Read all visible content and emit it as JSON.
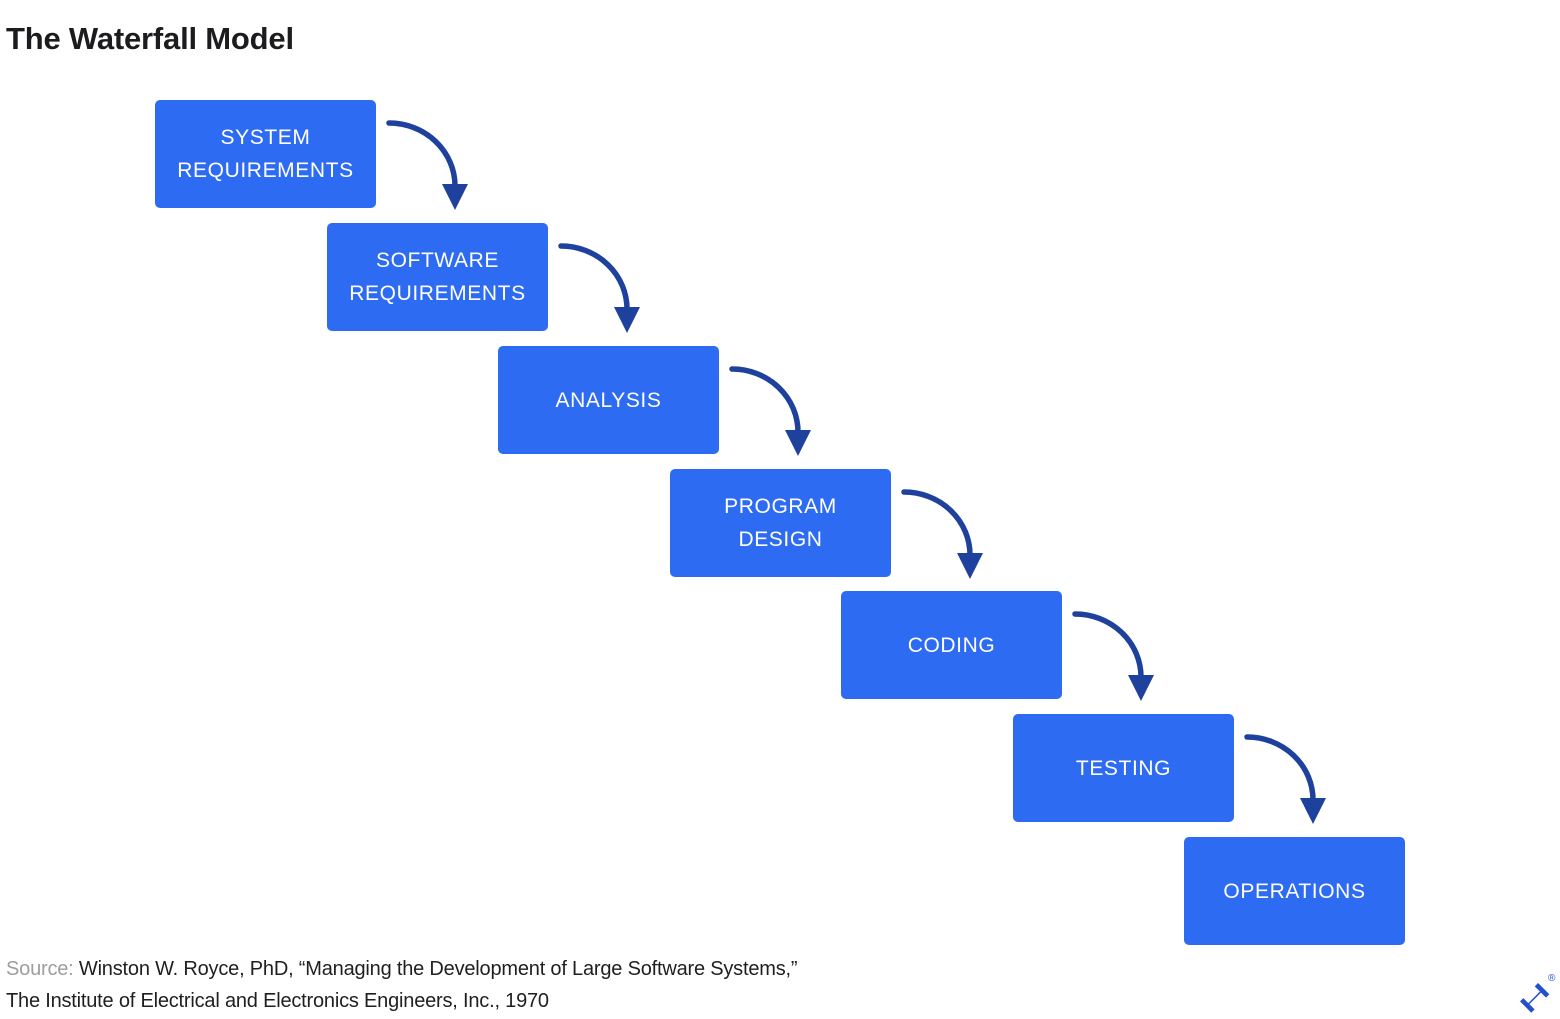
{
  "page": {
    "title": "The Waterfall Model"
  },
  "stages": [
    {
      "name": "system-requirements",
      "lines": [
        "SYSTEM",
        "REQUIREMENTS"
      ]
    },
    {
      "name": "software-requirements",
      "lines": [
        "SOFTWARE",
        "REQUIREMENTS"
      ]
    },
    {
      "name": "analysis",
      "lines": [
        "ANALYSIS"
      ]
    },
    {
      "name": "program-design",
      "lines": [
        "PROGRAM",
        "DESIGN"
      ]
    },
    {
      "name": "coding",
      "lines": [
        "CODING"
      ]
    },
    {
      "name": "testing",
      "lines": [
        "TESTING"
      ]
    },
    {
      "name": "operations",
      "lines": [
        "OPERATIONS"
      ]
    }
  ],
  "source": {
    "label": "Source:",
    "line1": "Winston W. Royce, PhD, “Managing the Development of Large Software Systems,”",
    "line2": "The Institute of Electrical and Electronics Engineers, Inc., 1970"
  },
  "branding": {
    "logo_name": "toptal-logo",
    "registered_symbol": "®"
  },
  "colors": {
    "box_fill": "#2D6BF3",
    "box_text": "#FFFFFF",
    "arrow": "#1F419E",
    "title": "#1C1C1E",
    "source_label": "#9E9E9E",
    "source_text": "#1F1F1F",
    "logo": "#2350CE"
  }
}
